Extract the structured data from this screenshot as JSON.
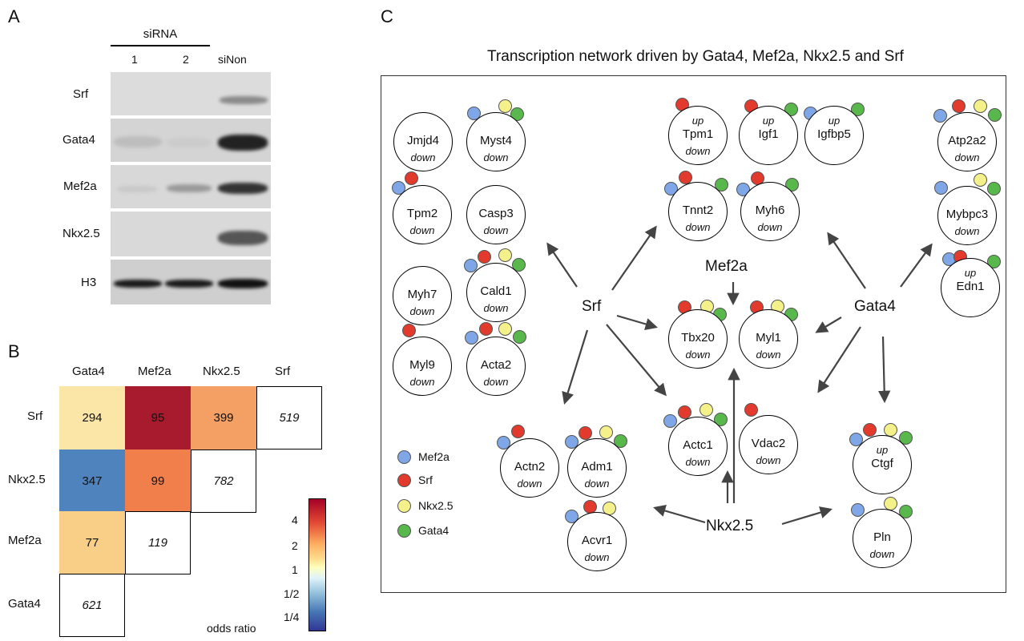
{
  "colors": {
    "mef2a": "#7fa6e6",
    "srf": "#e23b2e",
    "nkx25": "#f5f18a",
    "gata4": "#59b84b"
  },
  "panelA": {
    "label": "A",
    "sirna_header": "siRNA",
    "lanes": [
      "1",
      "2",
      "siNon"
    ],
    "rows": [
      "Srf",
      "Gata4",
      "Mef2a",
      "Nkx2.5",
      "H3"
    ]
  },
  "panelB": {
    "label": "B",
    "col_headers": [
      "Gata4",
      "Mef2a",
      "Nkx2.5",
      "Srf"
    ],
    "row_headers": [
      "Srf",
      "Nkx2.5",
      "Mef2a",
      "Gata4"
    ],
    "cells": {
      "srf_gata4": "294",
      "srf_mef2a": "95",
      "srf_nkx25": "399",
      "srf_srf": "519",
      "nkx_gata4": "347",
      "nkx_mef2a": "99",
      "nkx_nkx": "782",
      "mef_gata4": "77",
      "mef_mef": "119",
      "gata_gata": "621"
    },
    "colorbar_ticks": [
      "4",
      "2",
      "1",
      "1/2",
      "1/4"
    ],
    "colorbar_label": "odds ratio"
  },
  "panelC": {
    "label": "C",
    "title": "Transcription network driven by Gata4, Mef2a, Nkx2.5 and Srf",
    "hubs": {
      "srf": "Srf",
      "gata4": "Gata4",
      "mef2a": "Mef2a",
      "nkx25": "Nkx2.5"
    },
    "legend": [
      "Mef2a",
      "Srf",
      "Nkx2.5",
      "Gata4"
    ],
    "up": "up",
    "down": "down",
    "nodes": {
      "jmjd4": "Jmjd4",
      "myst4": "Myst4",
      "tpm2": "Tpm2",
      "casp3": "Casp3",
      "myh7": "Myh7",
      "cald1": "Cald1",
      "myl9": "Myl9",
      "acta2": "Acta2",
      "tpm1": "Tpm1",
      "igf1": "Igf1",
      "igfbp5": "Igfbp5",
      "tnnt2": "Tnnt2",
      "myh6": "Myh6",
      "tbx20": "Tbx20",
      "myl1": "Myl1",
      "actc1": "Actc1",
      "vdac2": "Vdac2",
      "actn2": "Actn2",
      "adm1": "Adm1",
      "acvr1": "Acvr1",
      "atp2a2": "Atp2a2",
      "mybpc3": "Mybpc3",
      "edn1": "Edn1",
      "ctgf": "Ctgf",
      "pln": "Pln"
    }
  }
}
